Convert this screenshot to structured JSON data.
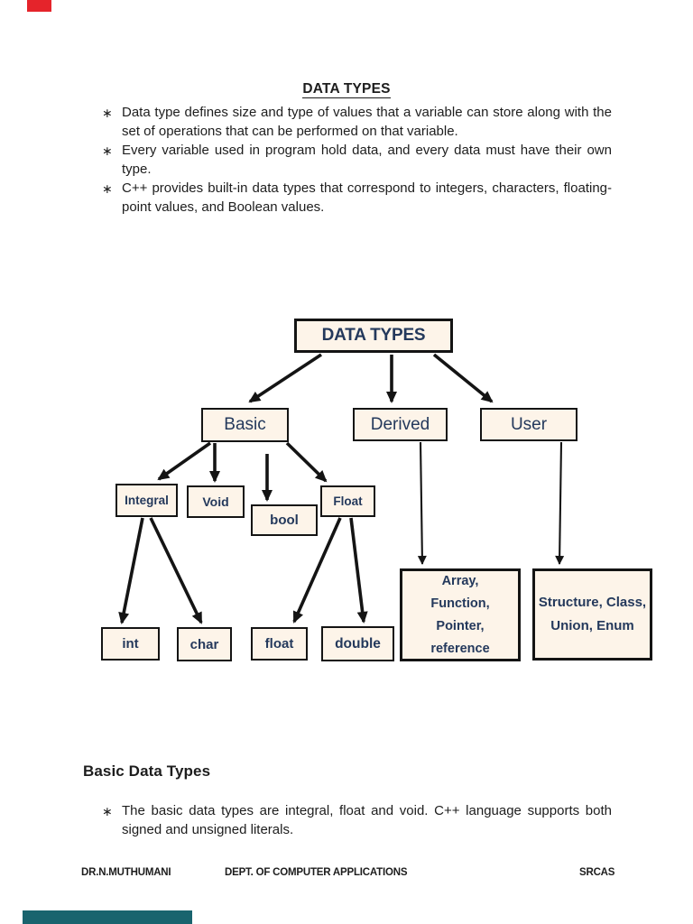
{
  "theme": {
    "box-fill": "#fdf4e9",
    "box-border": "#141414",
    "navy": "#24395c",
    "arrow": "#141414",
    "red-bar": "#e5242b",
    "teal-bar": "#19646e",
    "text": "#1d1d1d"
  },
  "page": {
    "title": "DATA TYPES",
    "bullet_char": "∗",
    "bullets": [
      "Data type defines size and type of values that a variable can store along with the set of operations that can be performed on that variable.",
      "Every variable used in program hold data, and every data must have their own type.",
      "C++ provides built-in data types that correspond to integers, characters, floating-point values, and Boolean values."
    ],
    "section_heading": "Basic Data Types",
    "section_bullet": "The basic data types are integral, float and void. C++ language supports both signed and unsigned literals.",
    "footer": {
      "author": "DR.N.MUTHUMANI",
      "department": "DEPT. OF COMPUTER APPLICATIONS",
      "institution": "SRCAS"
    }
  },
  "diagram": {
    "root": "DATA TYPES",
    "level1": {
      "basic": "Basic",
      "derived": "Derived",
      "user": "User"
    },
    "basic_children": {
      "integral": "Integral",
      "void": "Void",
      "bool": "bool",
      "float": "Float"
    },
    "integral_children": {
      "int": "int",
      "char": "char"
    },
    "float_children": {
      "float": "float",
      "double": "double"
    },
    "derived_children": [
      "Array,",
      "Function,",
      "Pointer,",
      "reference"
    ],
    "user_children": [
      "Structure, Class,",
      "Union, Enum"
    ]
  }
}
